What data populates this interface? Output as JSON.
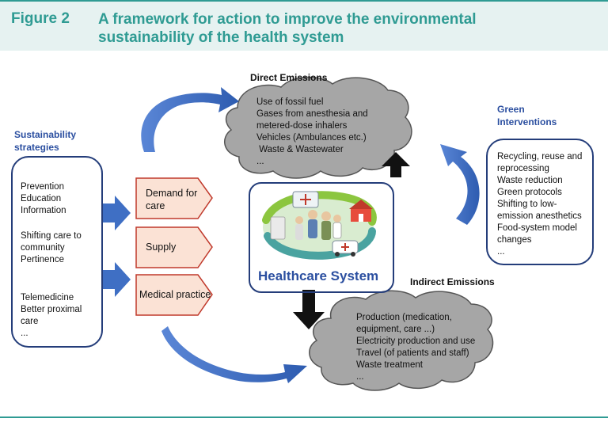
{
  "header": {
    "figure_label": "Figure 2",
    "title": "A framework for action to improve the environmental sustainability of the health system"
  },
  "sustainability": {
    "heading_line1": "Sustainability",
    "heading_line2": "strategies",
    "group1": [
      "Prevention",
      "Education",
      "Information"
    ],
    "group2": [
      "Shifting care to",
      "community",
      "Pertinence"
    ],
    "group3": [
      "Telemedicine",
      "Better proximal",
      "care",
      "..."
    ]
  },
  "levers": {
    "demand_line1": "Demand for",
    "demand_line2": "care",
    "supply": "Supply",
    "practice": "Medical practice"
  },
  "direct": {
    "heading": "Direct Emissions",
    "items": [
      "Use of fossil fuel",
      "Gases from anesthesia and",
      "metered-dose inhalers",
      "Vehicles (Ambulances etc.)",
      " Waste & Wastewater",
      "..."
    ]
  },
  "indirect": {
    "heading": "Indirect Emissions",
    "items": [
      "Production (medication,",
      "equipment, care ...)",
      "Electricity production and use",
      "Travel (of patients and staff)",
      "Waste treatment",
      "..."
    ]
  },
  "green": {
    "heading_line1": "Green",
    "heading_line2": "Interventions",
    "items": [
      "Recycling, reuse and",
      "reprocessing",
      "Waste reduction",
      "Green protocols",
      "Shifting to low-",
      "emission anesthetics",
      "Food-system model",
      "changes",
      "..."
    ]
  },
  "center": {
    "title": "Healthcare System"
  },
  "colors": {
    "teal": "#2f9b93",
    "banner_bg": "#e6f2f1",
    "navy": "#243d7a",
    "arrow_blue": "#3f6fc4",
    "cloud": "#a6a6a6",
    "pentagon_fill": "#fbe2d5",
    "pentagon_border": "#c0392b"
  }
}
